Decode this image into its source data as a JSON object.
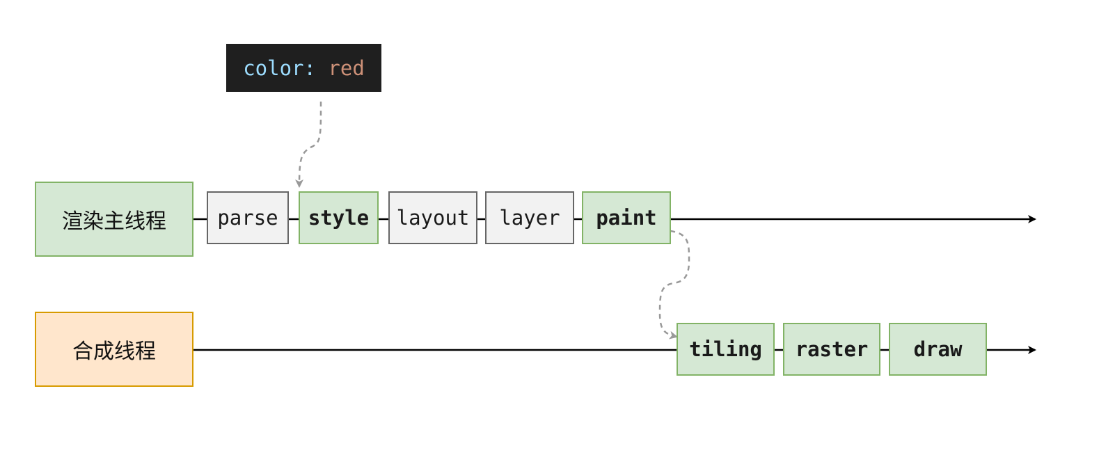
{
  "threads": {
    "main": "渲染主线程",
    "compositor": "合成线程"
  },
  "main_steps": [
    "parse",
    "style",
    "layout",
    "layer",
    "paint"
  ],
  "compositor_steps": [
    "tiling",
    "raster",
    "draw"
  ],
  "code_snippet": {
    "property": "color",
    "separator": ": ",
    "value": "red"
  },
  "colors": {
    "main_fill": "#d5e8d4",
    "main_stroke": "#82b366",
    "compositor_fill": "#ffe6cc",
    "compositor_stroke": "#d79b00",
    "inactive_fill": "#f2f2f2",
    "inactive_stroke": "#666666",
    "code_bg": "#1f1f1f",
    "code_key": "#9cdcfe",
    "code_value": "#ce9178",
    "connector": "#999999"
  }
}
